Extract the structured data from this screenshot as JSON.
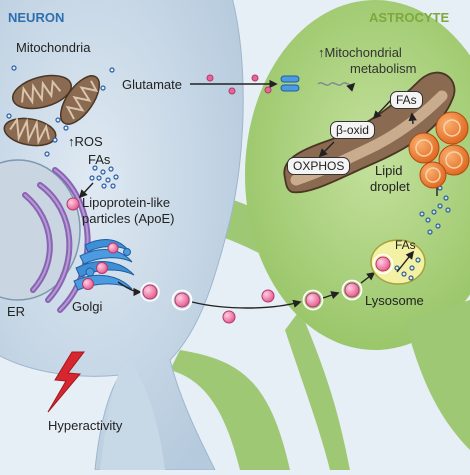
{
  "headers": {
    "neuron": "NEURON",
    "astrocyte": "ASTROCYTE"
  },
  "labels": {
    "mitochondria": "Mitochondria",
    "ros": "↑ROS",
    "fas_neuron": "FAs",
    "lipoprotein_line1": "Lipoprotein-like",
    "lipoprotein_line2": "particles (ApoE)",
    "er": "ER",
    "golgi": "Golgi",
    "hyperactivity": "Hyperactivity",
    "glutamate": "Glutamate",
    "mito_metab_line1": "↑Mitochondrial",
    "mito_metab_line2": "metabolism",
    "fas_astro": "FAs",
    "beta_oxid": "β-oxid",
    "oxphos": "OXPHOS",
    "lipid_line1": "Lipid",
    "lipid_line2": "droplet",
    "fas_lysosome": "FAs",
    "lysosome": "Lysosome"
  },
  "colors": {
    "background": "#e6eef6",
    "neuron_body": "#c6d7e6",
    "astrocyte_body": "#a9cf7e",
    "neuron_header": "#2f6fb0",
    "astrocyte_header": "#7ea83d",
    "mitochondria": "#8a6a50",
    "er": "#8a64b3",
    "golgi": "#3f8fd6",
    "particle": "#e8649a",
    "lipid_droplet": "#ef7d2e",
    "lysosome": "#f2f0a0",
    "fatty_acid_dot": "#2c5fa8",
    "lightning": "#d7262e"
  }
}
